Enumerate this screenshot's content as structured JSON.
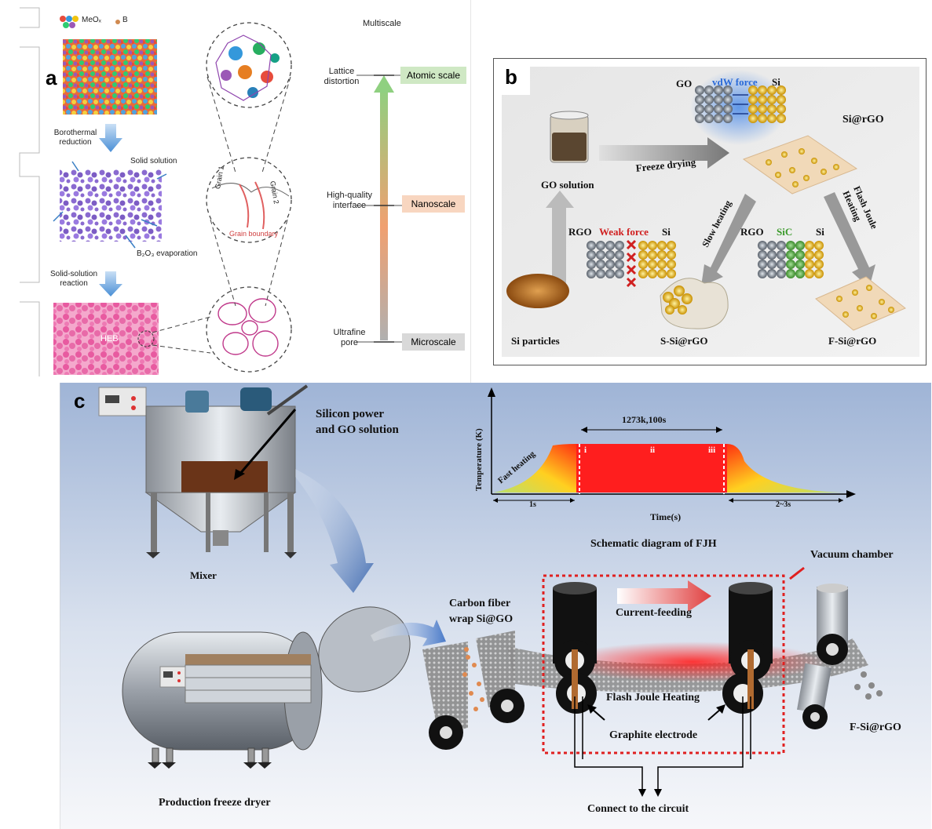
{
  "panel_a": {
    "label": "a",
    "legend_meox": "MeOₓ",
    "legend_b": "B",
    "step1": [
      "Borothermal",
      "reduction"
    ],
    "solid_solution": "Solid solution",
    "b2o3": "B₂O₃ evaporation",
    "step2": [
      "Solid-solution",
      "reaction"
    ],
    "heb": "HEB",
    "grain1": "Grain 1",
    "grain2": "Grain 2",
    "grain_boundary": "Grain boundary",
    "multiscale": "Multiscale",
    "levels": [
      {
        "left": [
          "Lattice",
          "distortion"
        ],
        "tag": "Atomic scale",
        "color": "#cfe8c4"
      },
      {
        "left": [
          "High-quality",
          "interface"
        ],
        "tag": "Nanoscale",
        "color": "#f8d6c0"
      },
      {
        "left": [
          "Ultrafine",
          "pore"
        ],
        "tag": "Microscale",
        "color": "#d9d9d9"
      }
    ]
  },
  "panel_b": {
    "label": "b",
    "go": "GO",
    "vdw": "vdW  force",
    "si": "Si",
    "si_rgo": "Si@rGO",
    "go_solution": "GO solution",
    "freeze_drying": "Freeze drying",
    "slow_heating": "Slow heating",
    "flash_joule": "Flash Joule Heating",
    "rgo1": "RGO",
    "weak_force": "Weak  force",
    "rgo2": "RGO",
    "sic": "SiC",
    "si_particles": "Si particles",
    "s_si_rgo": "S-Si@rGO",
    "f_si_rgo": "F-Si@rGO"
  },
  "panel_c": {
    "label": "c",
    "silicon_power": [
      "Silicon power",
      "and GO solution"
    ],
    "mixer": "Mixer",
    "freeze_dryer": "Production  freeze dryer",
    "carbon_fiber": [
      "Carbon fiber",
      "wrap Si@GO"
    ],
    "current_feeding": "Current-feeding",
    "flash_joule": "Flash Joule Heating",
    "graphite_electrode": "Graphite electrode",
    "vacuum_chamber": "Vacuum chamber",
    "f_si_rgo": "F-Si@rGO",
    "connect": "Connect to the circuit",
    "schematic_title": "Schematic diagram of FJH",
    "fjh_chart": {
      "ylabel": "Temperature (K)",
      "xlabel": "Time(s)",
      "fast_heating": "Fast heating",
      "hold": "1273k,100s",
      "stages": [
        "i",
        "ii",
        "iii"
      ],
      "rise": "1s",
      "cool": "2~3s"
    }
  }
}
